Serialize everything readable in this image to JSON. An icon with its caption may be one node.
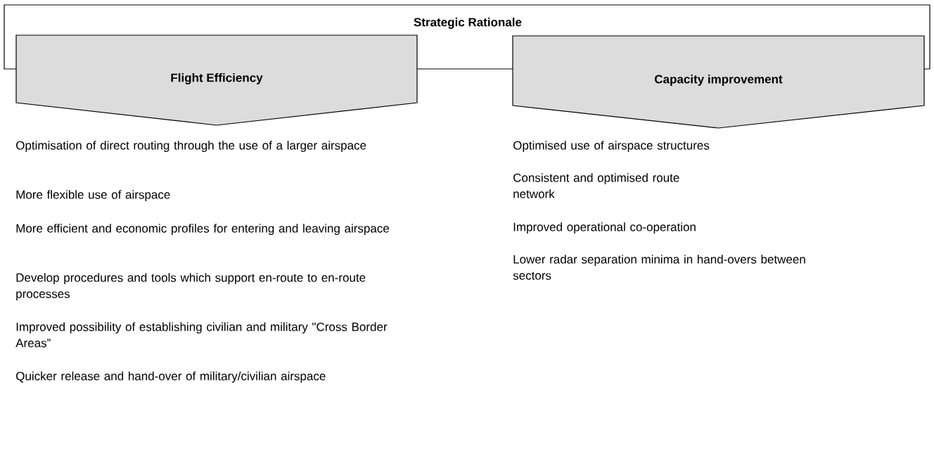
{
  "diagram": {
    "nodes": [
      {
        "text": [
          "Strategic Rationale"
        ]
      },
      {
        "text": [
          "Flight Efficiency"
        ]
      },
      {
        "text": [
          "Capacity improvement"
        ]
      }
    ],
    "labels": [
      "Optimisation of direct routing through the use of a larger airspace",
      "More flexible use of airspace",
      "More efficient and economic profiles for entering and leaving airspace",
      "Develop procedures and tools which support en-route to en-route processes",
      "Improved possibility of establishing civilian and military \"Cross Border Areas”",
      "Quicker release and hand-over of military/civilian airspace",
      "Optimised use of airspace structures",
      "Consistent and optimised route network",
      "Improved operational co-operation",
      "Lower radar separation minima in hand-overs between sectors"
    ]
  }
}
